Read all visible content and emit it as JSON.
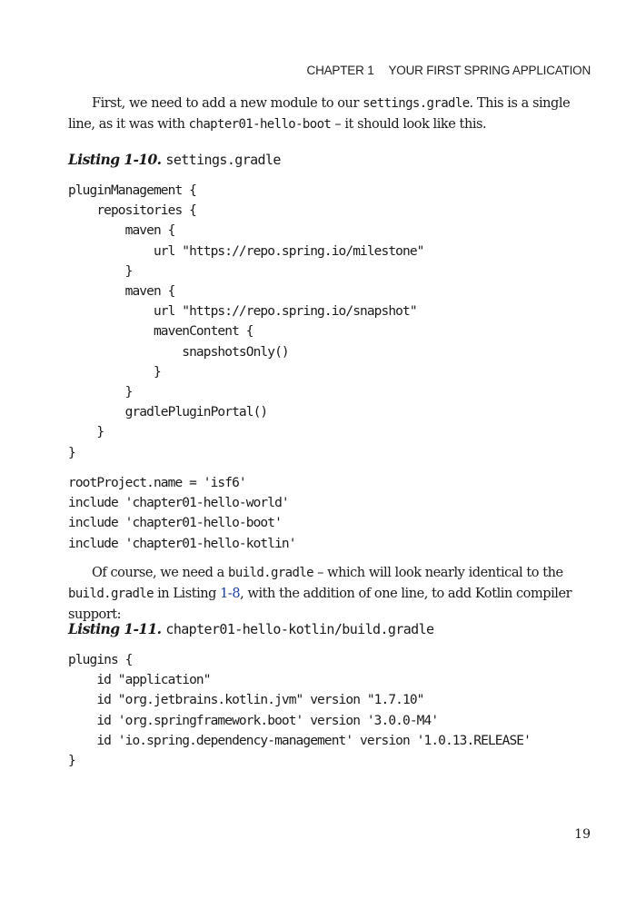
{
  "header": {
    "chapter": "CHAPTER 1",
    "title": "YOUR FIRST SPRING APPLICATION"
  },
  "para1": {
    "t1": "First, we need to add a new module to our ",
    "c1": "settings.gradle",
    "t2": ". This is a single line, as it was with ",
    "c2": "chapter01-hello-boot",
    "t3": " – it should look like this."
  },
  "listing1": {
    "label": "Listing 1-10.",
    "filename": "settings.gradle",
    "code1": "pluginManagement {\n    repositories {\n        maven {\n            url \"https://repo.spring.io/milestone\"\n        }\n        maven {\n            url \"https://repo.spring.io/snapshot\"\n            mavenContent {\n                snapshotsOnly()\n            }\n        }\n        gradlePluginPortal()\n    }\n}",
    "code2": "rootProject.name = 'isf6'\ninclude 'chapter01-hello-world'\ninclude 'chapter01-hello-boot'\ninclude 'chapter01-hello-kotlin'"
  },
  "para2": {
    "t1": "Of course, we need a ",
    "c1": "build.gradle",
    "t2": " – which will look nearly identical to the ",
    "c2": "build.gradle",
    "t3": " in Listing ",
    "ref": "1-8",
    "t4": ", with the addition of one line, to add Kotlin compiler support:"
  },
  "listing2": {
    "label": "Listing 1-11.",
    "filename": "chapter01-hello-kotlin/build.gradle",
    "code": "plugins {\n    id \"application\"\n    id \"org.jetbrains.kotlin.jvm\" version \"1.7.10\"\n    id 'org.springframework.boot' version '3.0.0-M4'\n    id 'io.spring.dependency-management' version '1.0.13.RELEASE'\n}"
  },
  "page_number": "19",
  "colors": {
    "text": "#1a1a1a",
    "link": "#1a3d9c"
  }
}
